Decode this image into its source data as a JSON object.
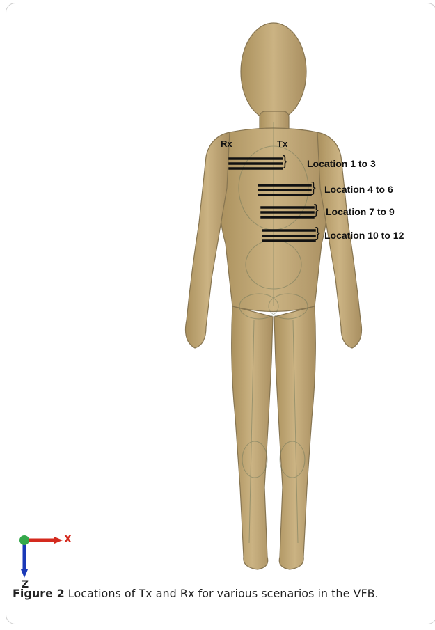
{
  "figure": {
    "labels": {
      "rx": "Rx",
      "tx": "Tx",
      "location_1_3": "Location 1 to 3",
      "location_4_6": "Location 4 to 6",
      "location_7_9": "Location 7 to 9",
      "location_10_12": "Location 10 to 12"
    },
    "axes": {
      "x_label": "X",
      "z_label": "Z",
      "x_color": "#d42a1e",
      "z_color": "#1a39b8"
    }
  },
  "caption": {
    "figure_number": "Figure 2",
    "text": "Locations of Tx and Rx for various scenarios in the VFB."
  }
}
